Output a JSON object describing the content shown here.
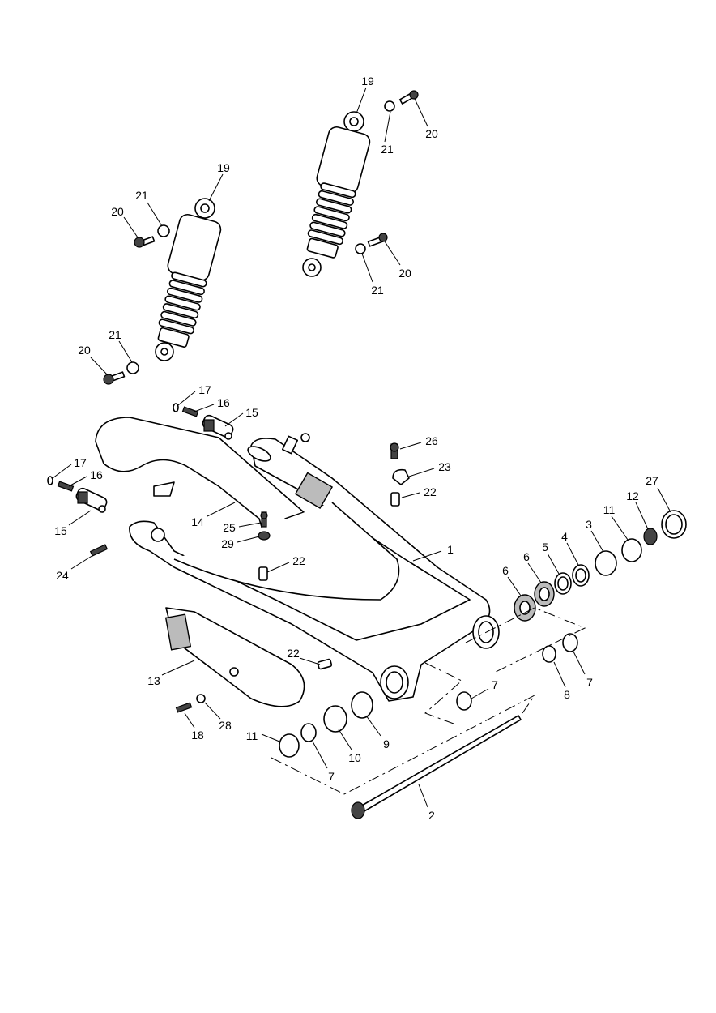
{
  "diagram": {
    "title": "Rear suspension / swinging arm exploded parts diagram",
    "callouts": [
      "19",
      "19",
      "20",
      "21",
      "21",
      "20",
      "20",
      "21",
      "21",
      "20",
      "17",
      "16",
      "15",
      "17",
      "16",
      "15",
      "26",
      "23",
      "22",
      "27",
      "12",
      "11",
      "3",
      "4",
      "5",
      "6",
      "6",
      "14",
      "25",
      "29",
      "22",
      "24",
      "1",
      "13",
      "22",
      "8",
      "7",
      "7",
      "18",
      "28",
      "11",
      "10",
      "9",
      "7",
      "2"
    ]
  }
}
